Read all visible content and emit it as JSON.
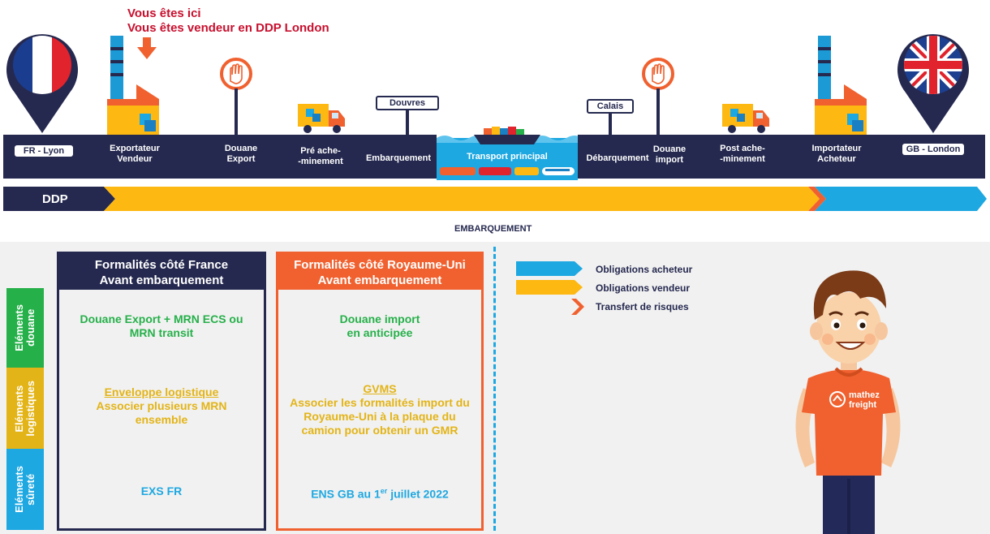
{
  "colors": {
    "navy": "#25294f",
    "orange": "#f0612f",
    "yellow": "#fdb812",
    "blue": "#1ea8e1",
    "green": "#26b04a",
    "gold": "#e3b417",
    "grey": "#f1f1f1",
    "red": "#c8102e"
  },
  "header": {
    "here": "Vous êtes ici",
    "seller": "Vous êtes vendeur en DDP London"
  },
  "timeline": {
    "origin": "FR - Lyon",
    "destination": "GB - London",
    "dover": "Douvres",
    "calais": "Calais",
    "steps": {
      "exporter_1": "Exportateur",
      "exporter_2": "Vendeur",
      "export_customs_1": "Douane",
      "export_customs_2": "Export",
      "pre_1": "Pré ache-",
      "pre_2": "-minement",
      "boarding": "Embarquement",
      "main_transport": "Transport principal",
      "unloading": "Débarquement",
      "import_customs_1": "Douane",
      "import_customs_2": "import",
      "post_1": "Post ache-",
      "post_2": "-minement",
      "importer_1": "Importateur",
      "importer_2": "Acheteur"
    }
  },
  "incoterm": {
    "label": "DDP",
    "buyer_share": 0.17,
    "transfer_point_label": "EMBARQUEMENT"
  },
  "france_box": {
    "title_1": "Formalités côté France",
    "title_2": "Avant embarquement",
    "customs_1": "Douane Export + MRN ECS ou",
    "customs_2": "MRN transit",
    "logistics_1": "Enveloppe logistique",
    "logistics_2": "Associer plusieurs MRN",
    "logistics_3": "ensemble",
    "safety": "EXS FR"
  },
  "uk_box": {
    "title_1": "Formalités côté Royaume-Uni",
    "title_2": "Avant embarquement",
    "customs_1": "Douane import",
    "customs_2": "en anticipée",
    "logistics_1": "GVMS",
    "logistics_2": "Associer les formalités import du",
    "logistics_3": "Royaume-Uni à la plaque du",
    "logistics_4": "camion pour  obtenir un GMR",
    "safety_pre": "ENS GB au 1",
    "safety_sup": "er",
    "safety_post": " juillet 2022"
  },
  "side_labels": {
    "customs_1": "Eléments",
    "customs_2": "douane",
    "logistics_1": "Eléments",
    "logistics_2": "logistiques",
    "safety_1": "Eléments",
    "safety_2": "sûreté"
  },
  "legend": {
    "buyer": "Obligations acheteur",
    "seller": "Obligations vendeur",
    "risk": "Transfert de risques"
  },
  "mascot": {
    "logo_1": "mathez",
    "logo_2": "freight"
  }
}
